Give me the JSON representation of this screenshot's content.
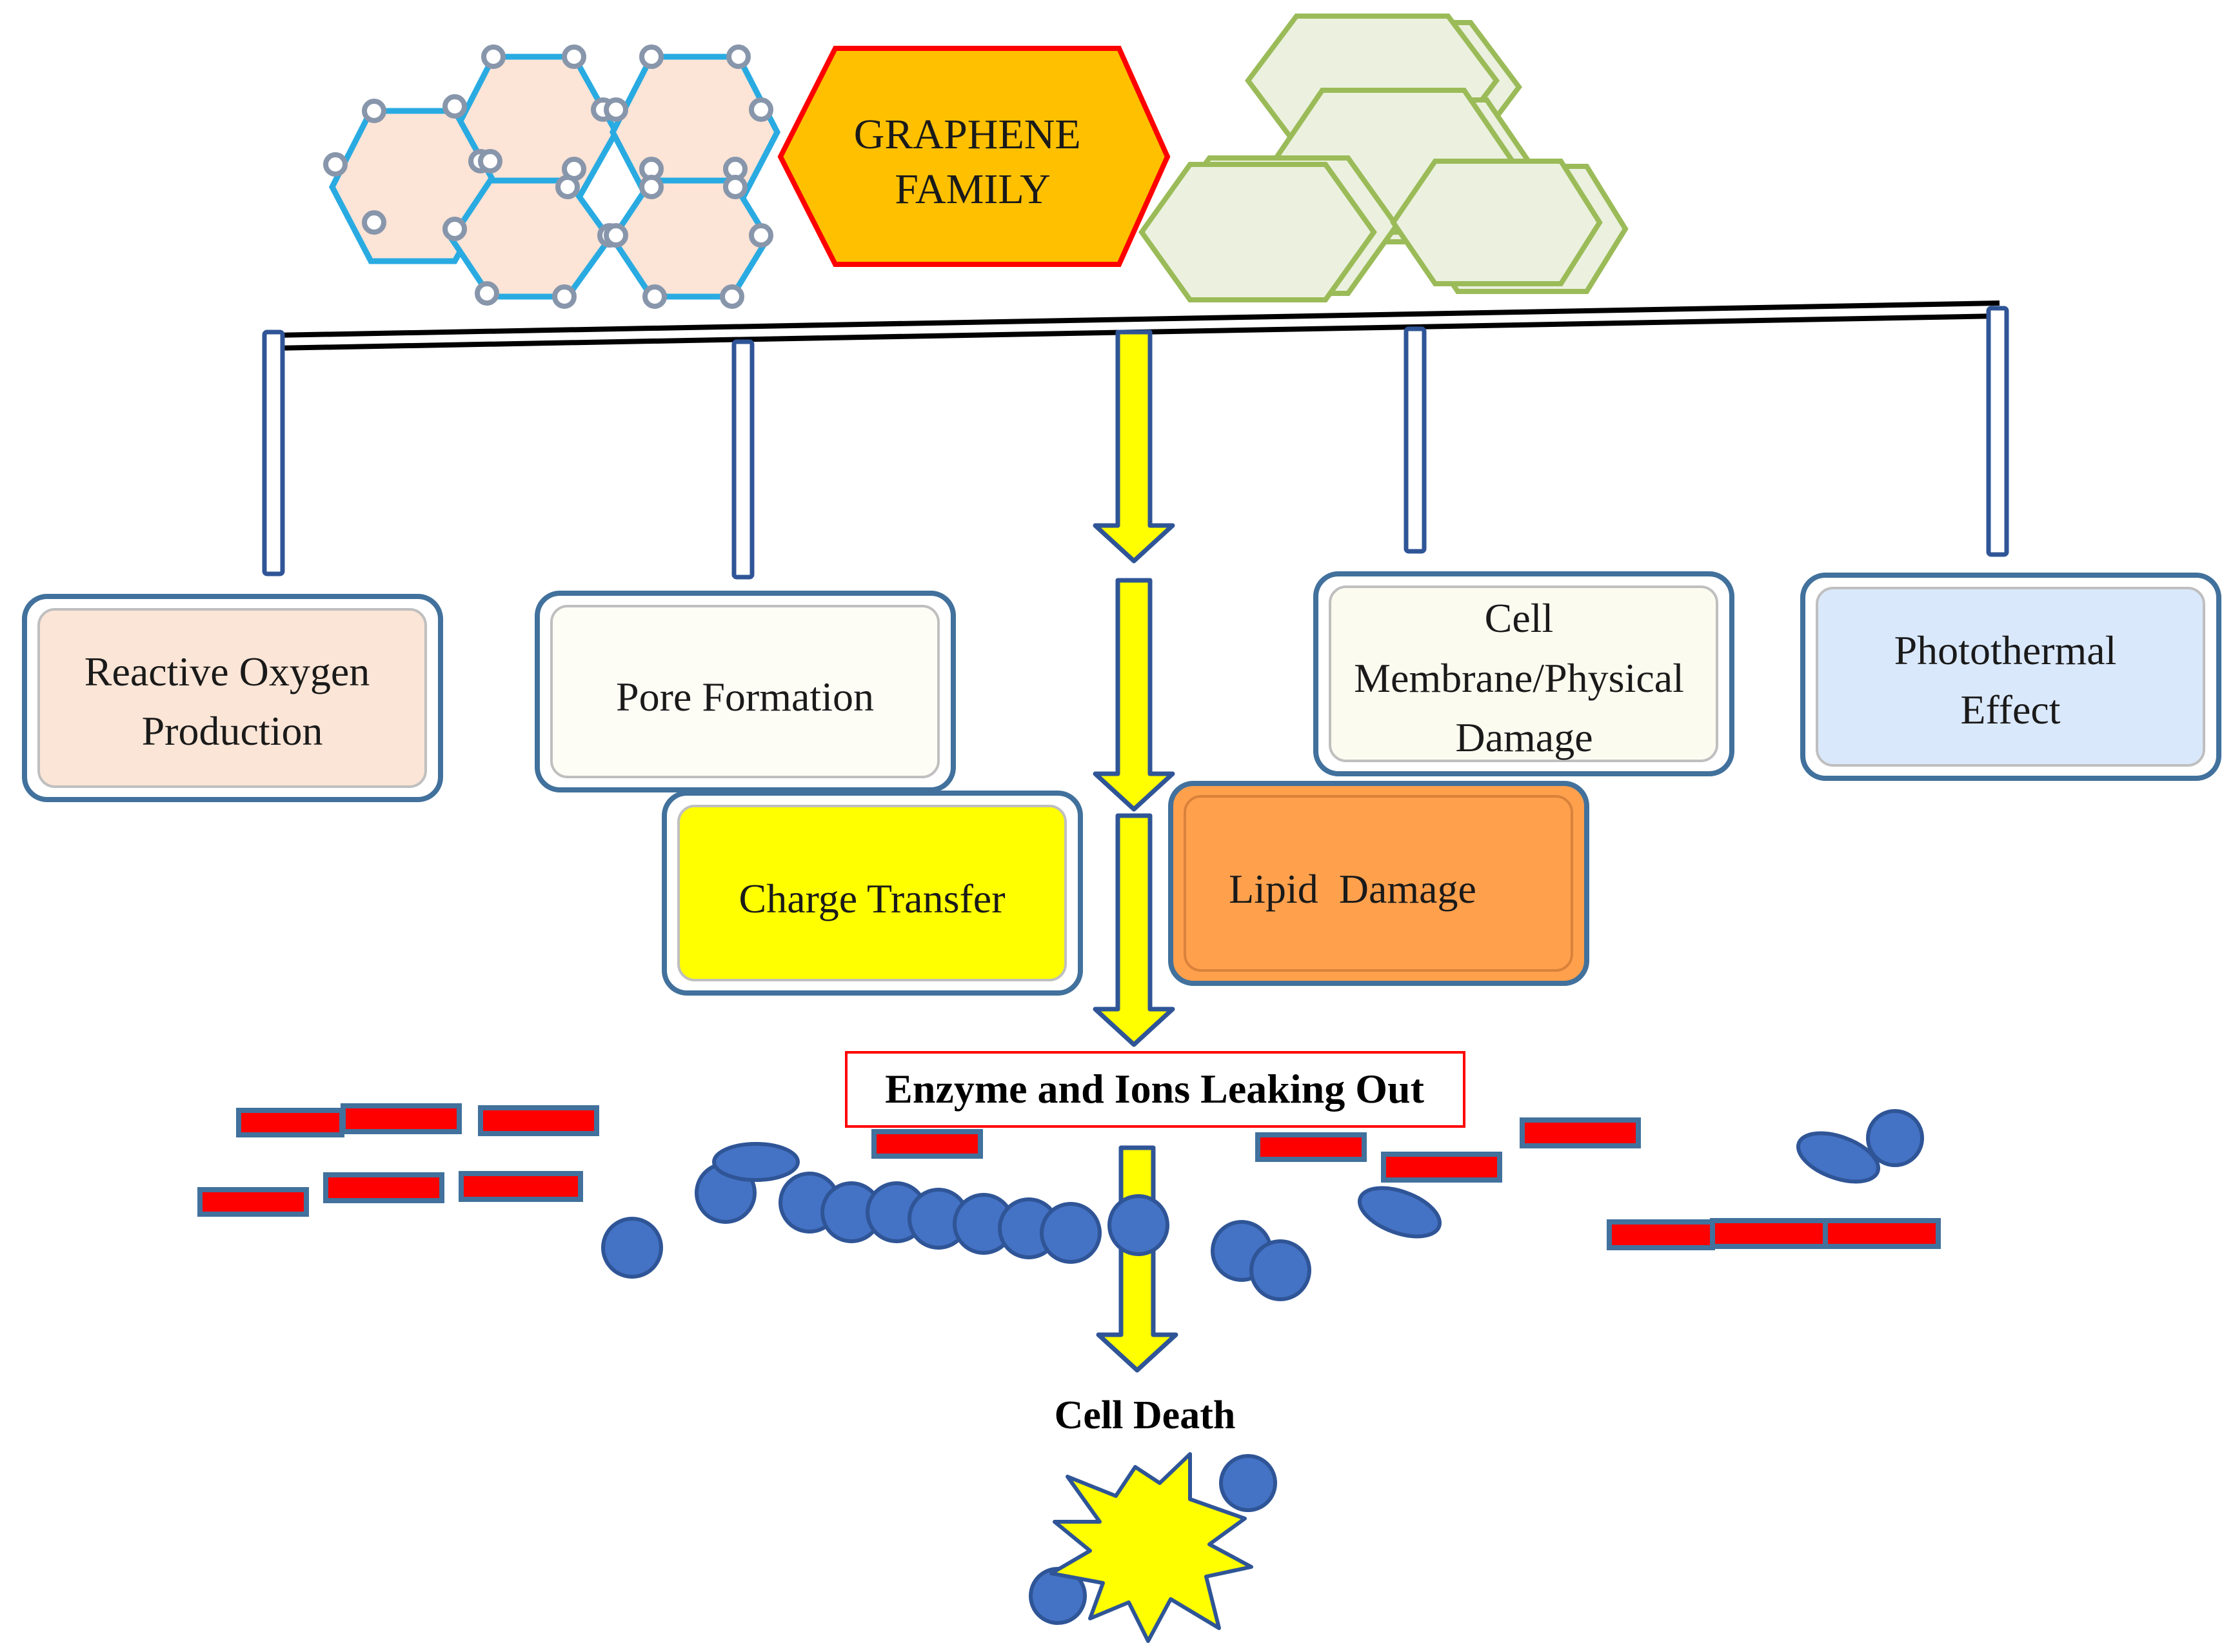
{
  "graphene_label": [
    "GRAPHENE",
    "FAMILY"
  ],
  "mechanisms": {
    "reactive_oxygen": [
      "Reactive Oxygen",
      "Production"
    ],
    "pore_formation": [
      "Pore Formation"
    ],
    "membrane_damage": [
      "Cell",
      "Membrane/Physical",
      "Damage"
    ],
    "photothermal": [
      "Photothermal",
      "Effect"
    ],
    "charge_transfer": [
      "Charge Transfer"
    ],
    "lipid_damage": [
      "Lipid  Damage"
    ]
  },
  "leak_label": "Enzyme and Ions Leaking Out",
  "death_label": "Cell Death",
  "colors": {
    "hex_outline": "#29abe2",
    "hex_fill": "#fce4d6",
    "node": "#8896ab",
    "family_fill": "#ffc000",
    "family_border": "#ff0000",
    "stacked_fill": "#ebf1de",
    "stacked_border": "#9bbb59",
    "arrow_fill": "#ffff00",
    "arrow_border": "#2f5597",
    "box_border": "#41719c",
    "ros_fill": "#fbe5d6",
    "pore_fill": "#fdfcf5",
    "membrane_fill": "#fcfbf0",
    "photothermal_fill": "#dae8fc",
    "charge_fill": "#ffff00",
    "lipid_fill": "#ffa04d",
    "rod": "#ff0000",
    "cell": "#4472c4",
    "starburst": "#ffff00"
  }
}
